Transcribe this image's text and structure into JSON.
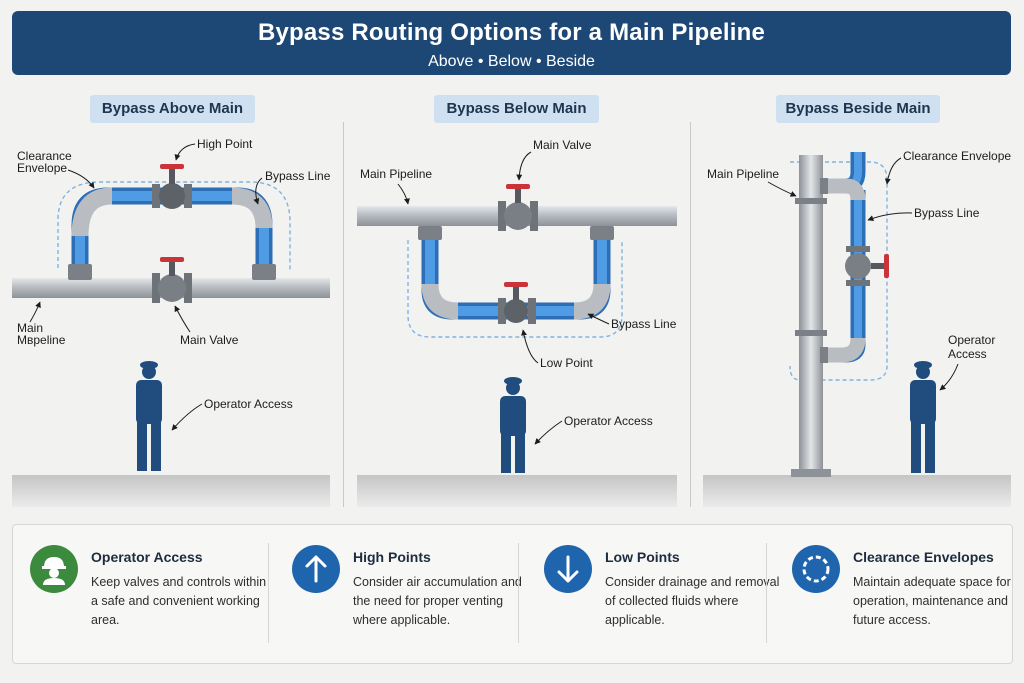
{
  "header": {
    "title": "Bypass Routing Options for a Main Pipeline",
    "subtitle": "Above  •  Below  •  Beside"
  },
  "panels": [
    {
      "label": "Bypass Above Main",
      "callouts": {
        "clearance_line1": "Clearance",
        "clearance_line2": "Envelope",
        "high_point": "High Point",
        "bypass_line": "Bypass Line",
        "main_line1": "Main",
        "main_line2": "Mʙpeline",
        "main_valve": "Main Valve",
        "operator": "Operator Access"
      }
    },
    {
      "label": "Bypass Below Main",
      "callouts": {
        "main_valve": "Main Valve",
        "main_pipeline": "Main Pipeline",
        "bypass_line": "Bypass Line",
        "low_point": "Low Point",
        "operator": "Operator Access"
      }
    },
    {
      "label": "Bypass Beside Main",
      "callouts": {
        "main_pipeline": "Main Pipeline",
        "clearance": "Clearance Envelope",
        "bypass_line": "Bypass Line",
        "operator_line1": "Operator",
        "operator_line2": "Access"
      }
    }
  ],
  "cards": [
    {
      "icon": "worker-icon",
      "color": "#3c8a3e",
      "title": "Operator Access",
      "body": "Keep valves and controls within a safe and convenient working area."
    },
    {
      "icon": "arrow-up-icon",
      "color": "#1f65ad",
      "title": "High Points",
      "body": "Consider air accumulation and the need for proper venting where applicable."
    },
    {
      "icon": "arrow-down-icon",
      "color": "#1f65ad",
      "title": "Low Points",
      "body": "Consider drainage and removal of collected fluids where applicable."
    },
    {
      "icon": "dashed-circle-icon",
      "color": "#1f65ad",
      "title": "Clearance Envelopes",
      "body": "Maintain adequate space for operation, maintenance and future access."
    }
  ],
  "colors": {
    "header": "#1d4876",
    "bypass_pipe": "#3f8bd8",
    "main_pipe": "#b9bdc2",
    "valve_handle": "#c8343a",
    "operator": "#214d7e"
  }
}
